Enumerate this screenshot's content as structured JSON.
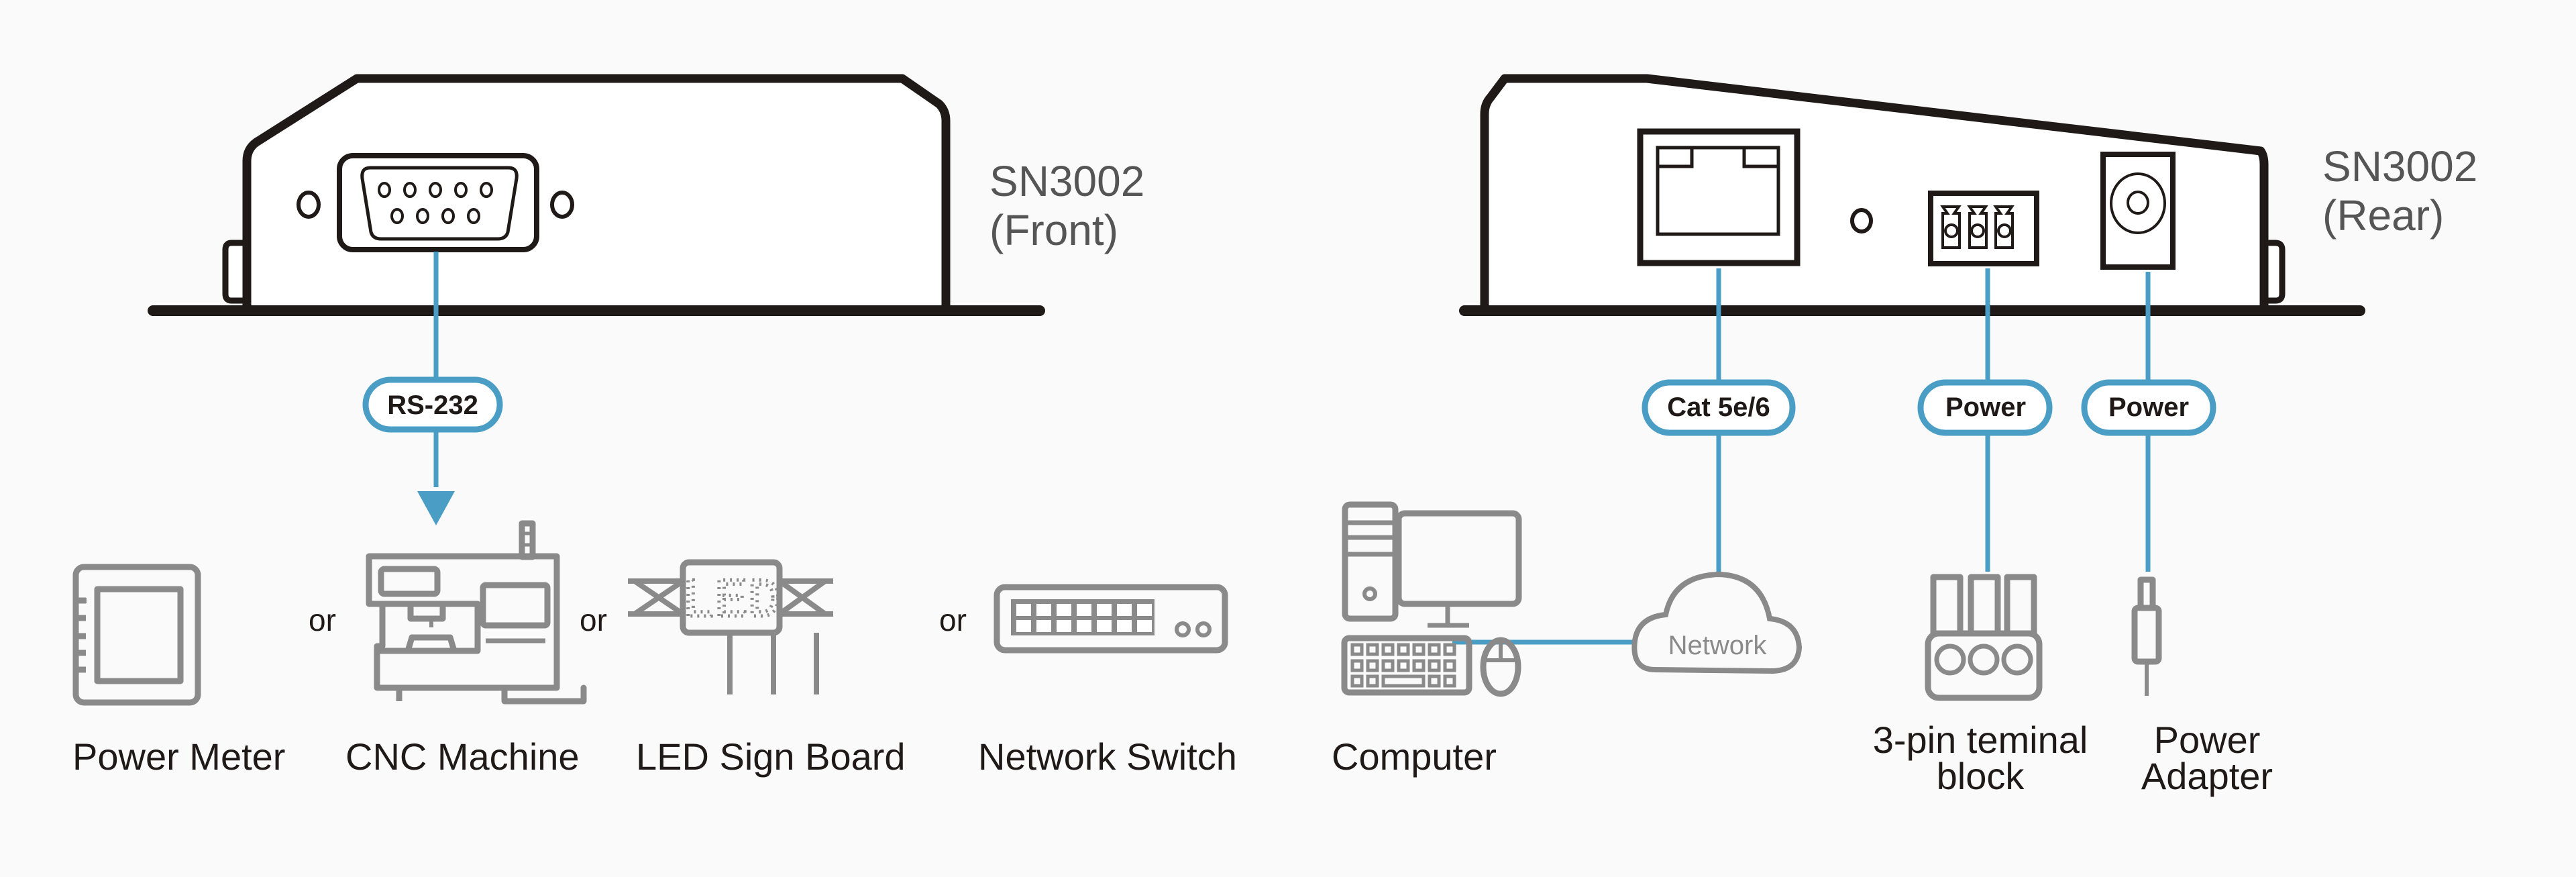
{
  "colors": {
    "cable": "#4a9dc4",
    "device_outline": "#1f1a17",
    "icon_gray": "#8a8a8a",
    "background": "#fafafa"
  },
  "front_unit": {
    "model": "SN3002",
    "side": "(Front)",
    "port": "db9-serial-port-icon",
    "cable_label": "RS-232",
    "connector_word": "or",
    "targets": [
      {
        "label": "Power Meter",
        "icon": "power-meter-icon"
      },
      {
        "label": "CNC Machine",
        "icon": "cnc-machine-icon"
      },
      {
        "label": "LED Sign Board",
        "icon": "led-sign-board-icon",
        "display_text": "LED"
      },
      {
        "label": "Network Switch",
        "icon": "network-switch-icon"
      }
    ]
  },
  "rear_unit": {
    "model": "SN3002",
    "side": "(Rear)",
    "connections": [
      {
        "port": "rj45-port-icon",
        "cable_label": "Cat 5e/6",
        "via": "Network",
        "target_label": "Computer",
        "target_icon": "computer-icon"
      },
      {
        "port": "terminal-block-port-icon",
        "cable_label": "Power",
        "target_label_line1": "3-pin teminal",
        "target_label_line2": "block",
        "target_icon": "terminal-block-icon"
      },
      {
        "port": "dc-jack-port-icon",
        "cable_label": "Power",
        "target_label_line1": "Power",
        "target_label_line2": "Adapter",
        "target_icon": "power-adapter-plug-icon"
      }
    ]
  }
}
